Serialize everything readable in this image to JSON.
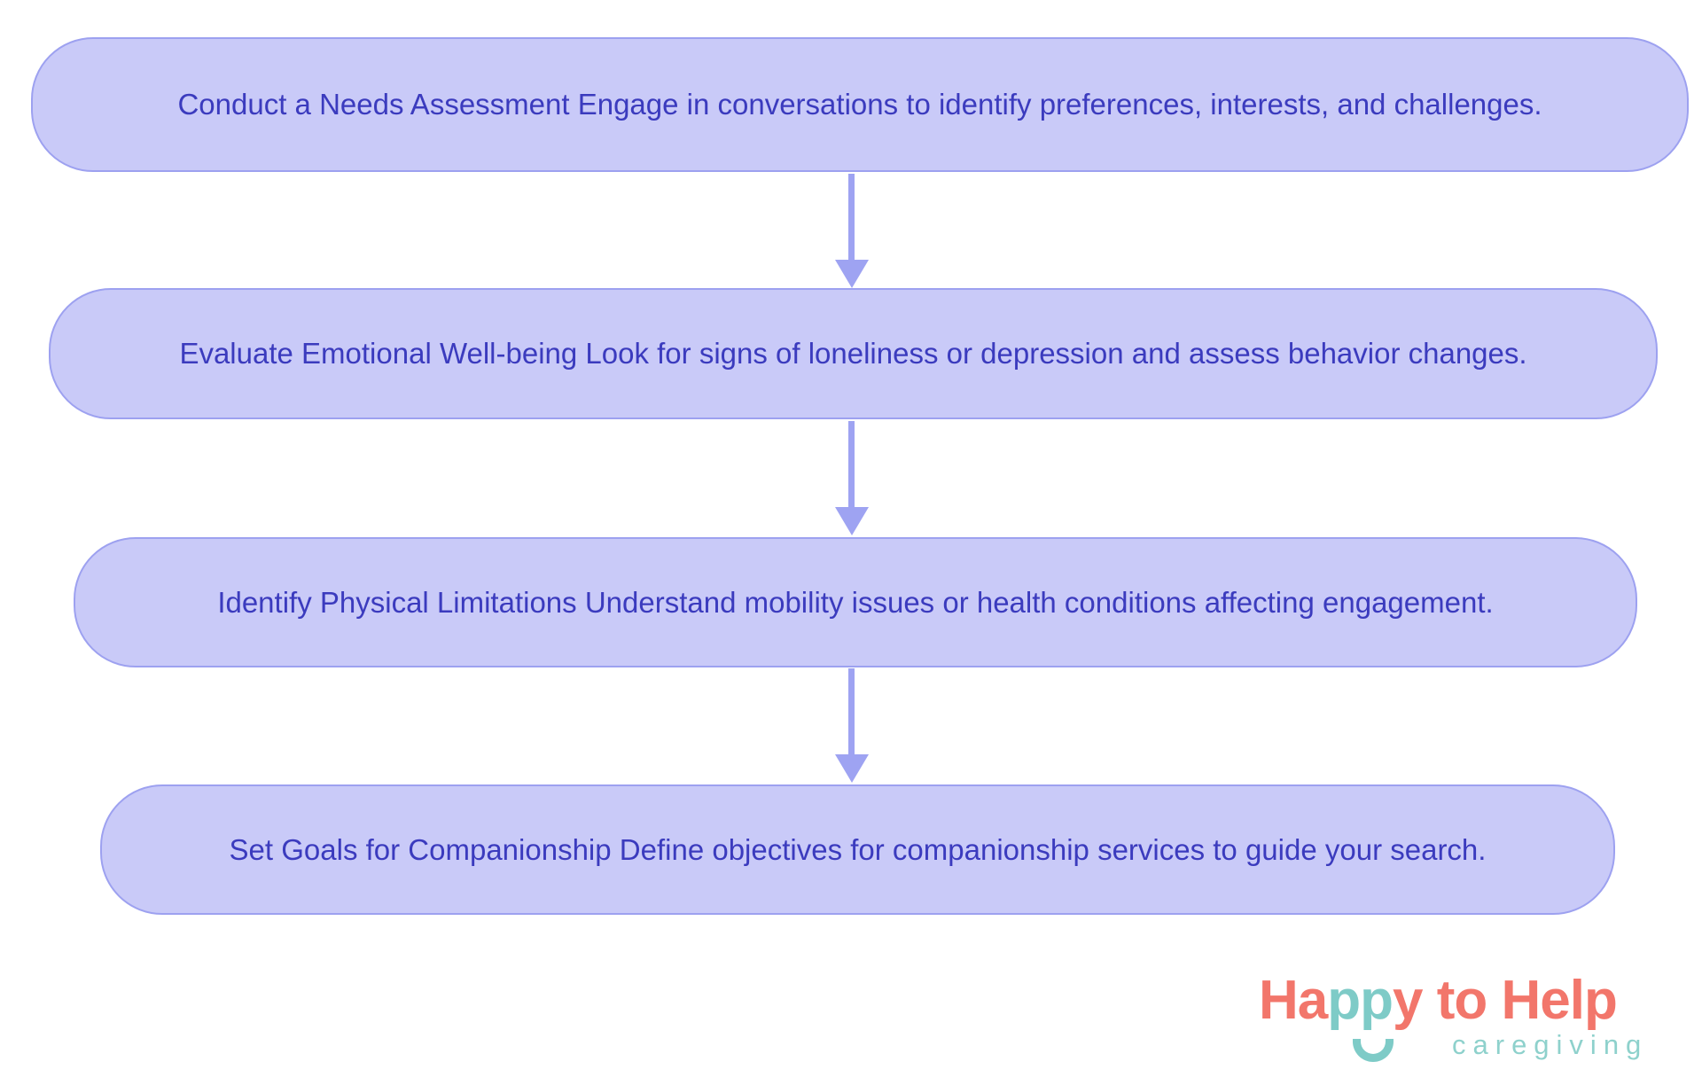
{
  "flowchart": {
    "nodes": [
      {
        "label": "Conduct a Needs Assessment Engage in conversations to identify preferences, interests, and challenges."
      },
      {
        "label": "Evaluate Emotional Well-being Look for signs of loneliness or depression and assess behavior changes."
      },
      {
        "label": "Identify Physical Limitations Understand mobility issues or health conditions affecting engagement."
      },
      {
        "label": "Set Goals for Companionship Define objectives for companionship services to guide your search."
      }
    ],
    "colors": {
      "node_fill": "#c9caf8",
      "node_border": "#9da1f0",
      "node_text": "#3b3bbe",
      "arrow": "#9ea3f2"
    }
  },
  "logo": {
    "part1": "Ha",
    "part2": "pp",
    "part3": "y to Help",
    "subtitle": "caregiving",
    "colors": {
      "coral": "#f2766b",
      "teal": "#7ecbc7"
    }
  }
}
